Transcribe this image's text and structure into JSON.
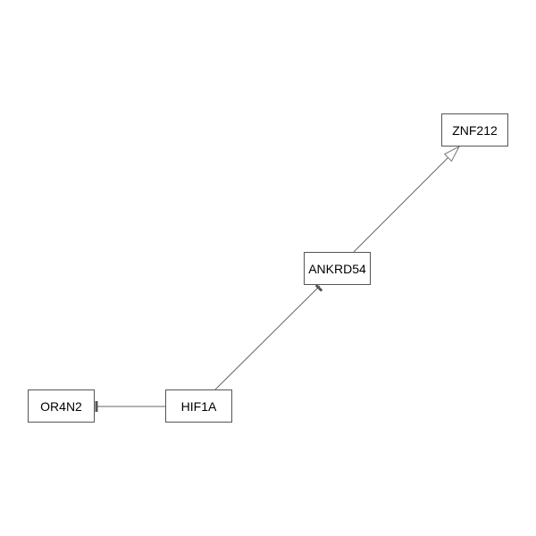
{
  "diagram": {
    "nodes": [
      {
        "id": "ZNF212",
        "label": "ZNF212"
      },
      {
        "id": "ANKRD54",
        "label": "ANKRD54"
      },
      {
        "id": "HIF1A",
        "label": "HIF1A"
      },
      {
        "id": "OR4N2",
        "label": "OR4N2"
      }
    ],
    "edges": [
      {
        "from": "ANKRD54",
        "to": "ZNF212",
        "type": "activation"
      },
      {
        "from": "HIF1A",
        "to": "ANKRD54",
        "type": "inhibition"
      },
      {
        "from": "HIF1A",
        "to": "OR4N2",
        "type": "inhibition"
      }
    ],
    "colors": {
      "node_border": "#555555",
      "edge": "#666666",
      "background": "#ffffff"
    }
  }
}
